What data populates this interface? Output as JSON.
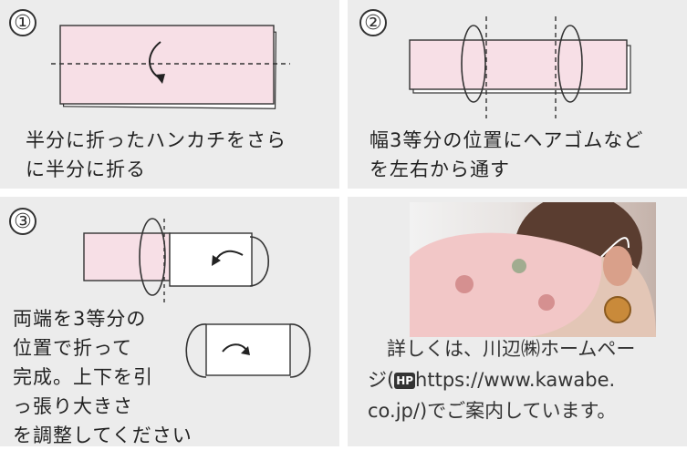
{
  "step1": {
    "number": "①",
    "caption_lines": [
      "半分に折ったハンカチをさら",
      "に半分に折る"
    ]
  },
  "step2": {
    "number": "②",
    "caption_lines": [
      "幅3等分の位置にヘアゴムなど",
      "を左右から通す"
    ]
  },
  "step3": {
    "number": "③",
    "caption_lines": [
      "両端を3等分の",
      "位置で折って",
      "完成。上下を引",
      "っ張り大きさ",
      "を調整してください"
    ]
  },
  "info": {
    "line1": "詳しくは、川辺㈱ホームペー",
    "line2_before": "ジ(",
    "hp_badge": "HP",
    "url": "https://www.kawabe.",
    "line3": "co.jp/)でご案内しています。"
  },
  "colors": {
    "panel_bg": "#ececec",
    "cloth": "#f7dfe6",
    "stroke": "#333333"
  }
}
